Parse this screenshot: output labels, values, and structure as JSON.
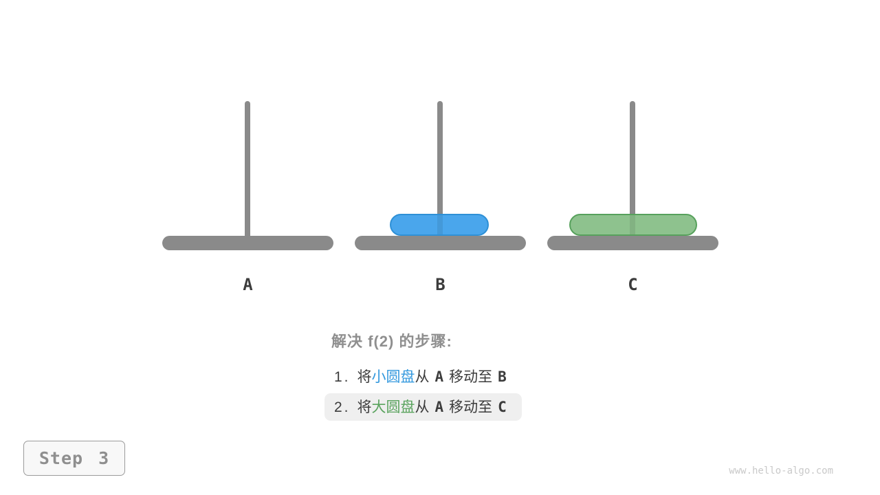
{
  "figure": {
    "pegs": [
      {
        "label": "A"
      },
      {
        "label": "B"
      },
      {
        "label": "C"
      }
    ],
    "disks": [
      {
        "name": "small-disk",
        "on_peg": "B"
      },
      {
        "name": "large-disk",
        "on_peg": "C"
      }
    ]
  },
  "caption": {
    "title": "解决 f(2) 的步骤:",
    "steps": [
      {
        "num": "1.",
        "action_pre": "将",
        "disk": "小圆盘",
        "action_mid": "从",
        "from": "A",
        "action_move": "移动至",
        "to": "B"
      },
      {
        "num": "2.",
        "action_pre": "将",
        "disk": "大圆盘",
        "action_mid": "从",
        "from": "A",
        "action_move": "移动至",
        "to": "C"
      }
    ]
  },
  "step_badge": {
    "label": "Step 3"
  },
  "watermark": "www.hello-algo.com",
  "colors": {
    "peg": "#8a8a8a",
    "base": "#8a8a8a",
    "disk-small-fill": "#4aa6ec",
    "disk-small-border": "#2e90d6",
    "disk-large-fill": "#8ec28e",
    "disk-large-border": "#57a15c",
    "text-dark": "#3c3c3c",
    "text-gray": "#8f8f8f",
    "text-blue": "#3499de",
    "text-green": "#5aa35e",
    "highlight-bg": "#efefef",
    "badge-bg": "#f8f8f8",
    "badge-border": "#9b9b9b",
    "badge-text": "#8f8f8f",
    "watermark": "#c9c9c9"
  }
}
